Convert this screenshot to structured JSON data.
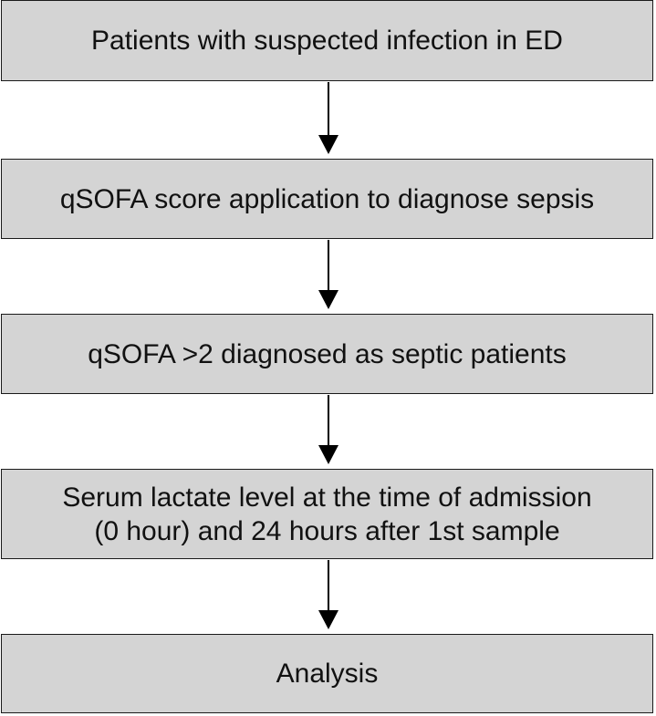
{
  "flowchart": {
    "steps": [
      {
        "label": "Patients with suspected infection in ED"
      },
      {
        "label": "qSOFA score application to diagnose sepsis"
      },
      {
        "label": "qSOFA >2 diagnosed as septic patients"
      },
      {
        "label": "Serum lactate level at the time of admission\n(0 hour) and 24 hours after 1st sample"
      },
      {
        "label": "Analysis"
      }
    ],
    "colors": {
      "box_fill": "#d4d4d4",
      "box_border": "#1a1a1a",
      "arrow": "#000000",
      "text": "#111111"
    }
  }
}
